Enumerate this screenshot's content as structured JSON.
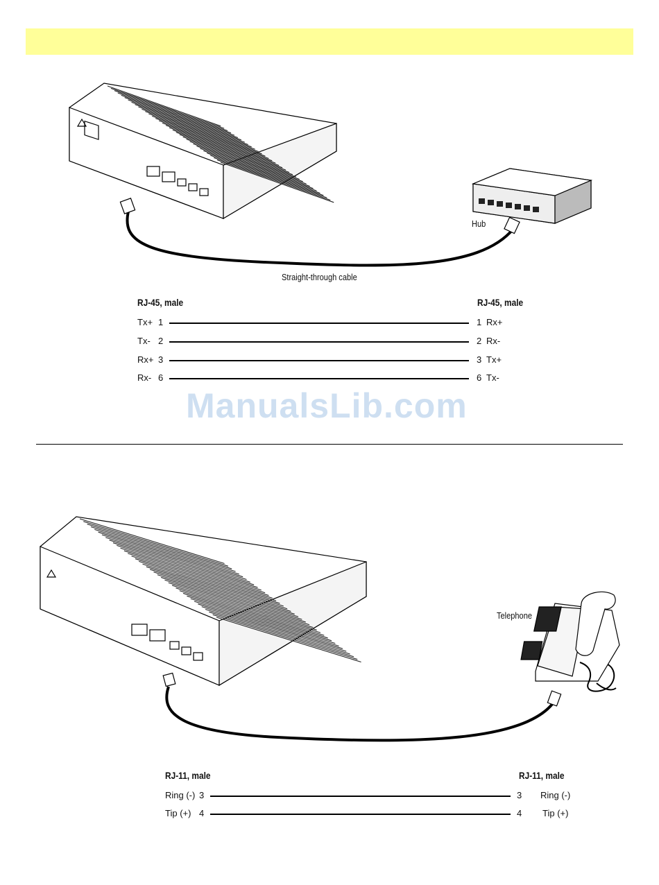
{
  "figure1": {
    "hub_label": "Hub",
    "cable_label": "Straight-through cable",
    "left_header": "RJ-45, male",
    "right_header": "RJ-45, male",
    "rows": [
      {
        "left_signal": "Tx+",
        "left_pin": "1",
        "right_pin": "1",
        "right_signal": "Rx+"
      },
      {
        "left_signal": "Tx-",
        "left_pin": "2",
        "right_pin": "2",
        "right_signal": "Rx-"
      },
      {
        "left_signal": "Rx+",
        "left_pin": "3",
        "right_pin": "3",
        "right_signal": "Tx+"
      },
      {
        "left_signal": "Rx-",
        "left_pin": "6",
        "right_pin": "6",
        "right_signal": "Tx-"
      }
    ]
  },
  "watermark": "ManualsLib.com",
  "figure2": {
    "telephone_label": "Telephone",
    "left_header": "RJ-11, male",
    "right_header": "RJ-11, male",
    "rows": [
      {
        "left_signal": "Ring (-)",
        "left_pin": "3",
        "right_pin": "3",
        "right_signal": "Ring (-)"
      },
      {
        "left_signal": "Tip (+)",
        "left_pin": "4",
        "right_pin": "4",
        "right_signal": "Tip (+)"
      }
    ]
  }
}
